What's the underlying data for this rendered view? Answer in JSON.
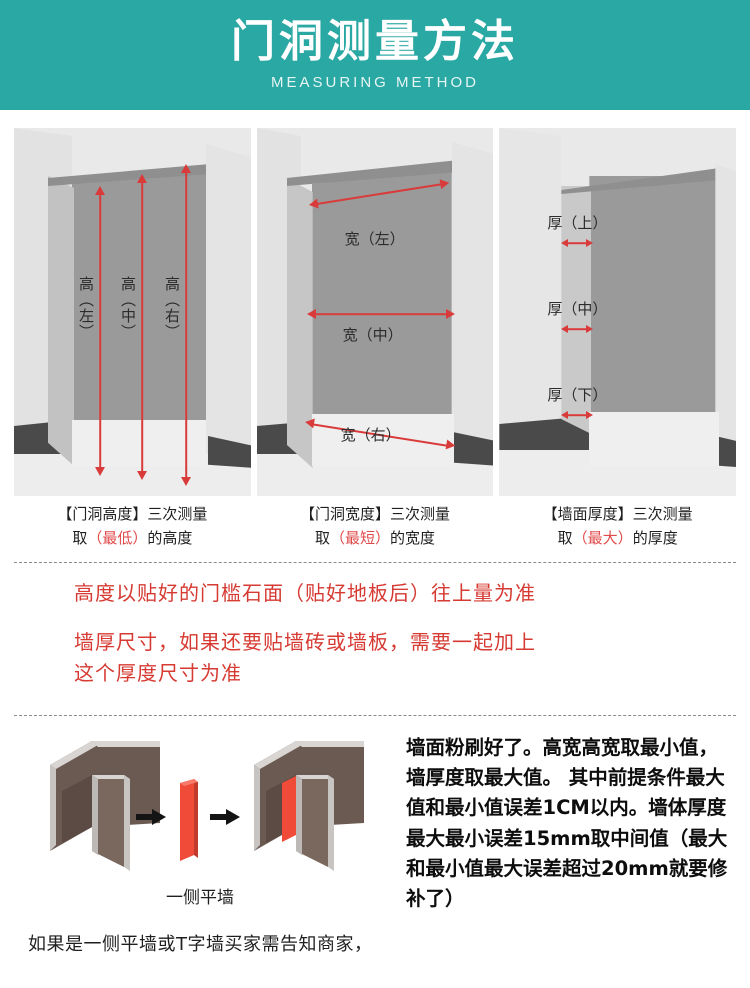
{
  "header": {
    "title": "门洞测量方法",
    "subtitle": "MEASURING METHOD",
    "bg_color": "#2aa8a4"
  },
  "colors": {
    "teal": "#2aa8a4",
    "red_arrow": "#d93b3b",
    "red_text": "#d63a33",
    "caption_highlight": "#e04a4a",
    "panel_bg": "#e9e9e9",
    "wall_brown": "#6b5a52",
    "wall_light": "#d8d5d2",
    "slab_red": "#ef4b38"
  },
  "panels": [
    {
      "id": "height-panel",
      "measure_type": "height",
      "labels": [
        "高（左）",
        "高（中）",
        "高（右）"
      ],
      "label_short": [
        "高",
        "（左）",
        "高",
        "（中）",
        "高",
        "（右）"
      ],
      "arrow_direction": "vertical"
    },
    {
      "id": "width-panel",
      "measure_type": "width",
      "labels": [
        "宽（左）",
        "宽（中）",
        "宽（右）"
      ],
      "arrow_direction": "horizontal"
    },
    {
      "id": "thickness-panel",
      "measure_type": "thickness",
      "labels": [
        "厚（上）",
        "厚（中）",
        "厚（下）"
      ],
      "arrow_direction": "horizontal-short"
    }
  ],
  "captions": [
    {
      "line1": "【门洞高度】三次测量",
      "prefix": "取",
      "highlight": "（最低）",
      "suffix": "的高度"
    },
    {
      "line1": "【门洞宽度】三次测量",
      "prefix": "取",
      "highlight": "（最短）",
      "suffix": "的宽度"
    },
    {
      "line1": "【墙面厚度】三次测量",
      "prefix": "取",
      "highlight": "（最大）",
      "suffix": "的厚度"
    }
  ],
  "red_notes": {
    "note1": "高度以贴好的门槛石面（贴好地板后）往上量为准",
    "note2_line1": "墙厚尺寸，如果还要贴墙砖或墙板，需要一起加上",
    "note2_line2": "这个厚度尺寸为准"
  },
  "bottom": {
    "wall_caption": "一侧平墙",
    "note": "如果是一侧平墙或T字墙买家需告知商家，",
    "right_text": "墙面粉刷好了。高宽高宽取最小值，墙厚度取最大值。 其中前提条件最大值和最小值误差1CM以内。墙体厚度最大最小误差15mm取中间值（最大和最小值最大误差超过20mm就要修补了）"
  }
}
